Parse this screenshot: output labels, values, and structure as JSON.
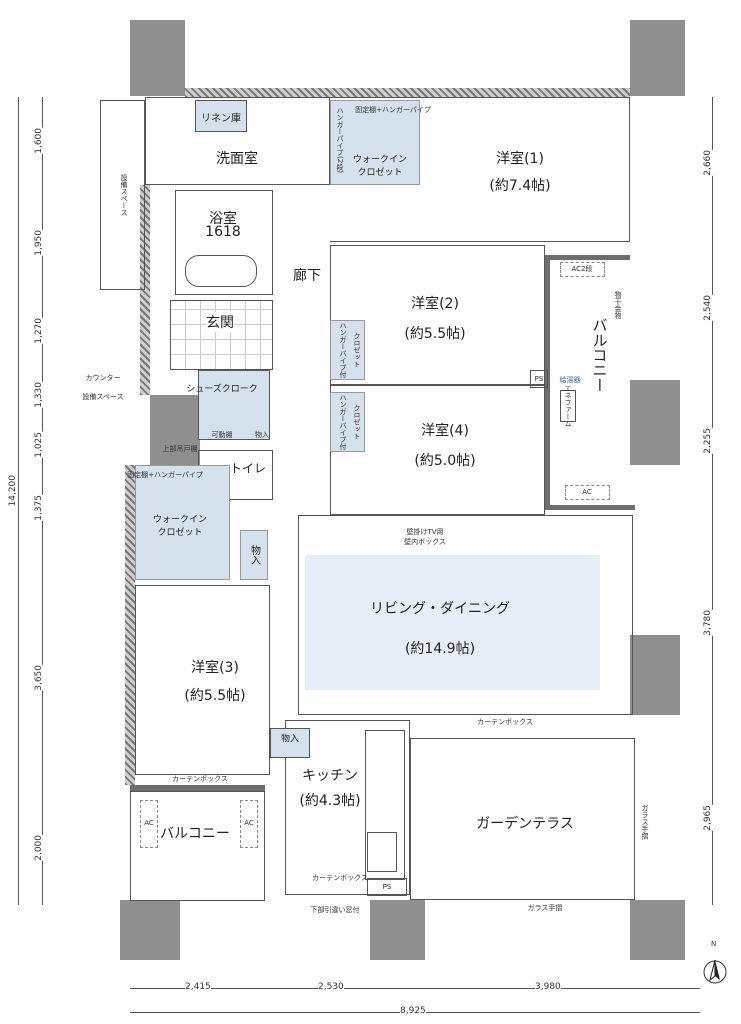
{
  "rooms": {
    "linen": "リネン庫",
    "washroom": "洗面室",
    "bath": "浴室",
    "bath_size": "1618",
    "wic_top": "ウォークイン\nクロゼット",
    "hanger_pipe_2": "ハンガーパイプ(2段)",
    "fixed_shelf_hanger": "固定棚+ハンガーパイプ",
    "western1": "洋室(1)",
    "western1_size": "(約7.4帖)",
    "corridor": "廊下",
    "entrance": "玄関",
    "shoes": "シューズクローク",
    "movable_shelf": "可動棚",
    "storage": "物入",
    "toilet": "トイレ",
    "closet": "クロゼット",
    "hanger_pipe_attached": "ハンガーパイプ付",
    "western2": "洋室(2)",
    "western2_size": "(約5.5帖)",
    "western4": "洋室(4)",
    "western4_size": "(約5.0帖)",
    "balcony_right": "バルコニー",
    "water_heater": "給湯器",
    "enefarm": "エネファーム",
    "laundry": "物干金物",
    "wic_left": "ウォークイン\nクロゼット",
    "western3": "洋室(3)",
    "western3_size": "(約5.5帖)",
    "living": "リビング・ダイニング",
    "living_size": "(約14.9帖)",
    "tv_box": "壁掛けTV用\n壁内ボックス",
    "kitchen": "キッチン",
    "kitchen_size": "(約4.3帖)",
    "garden": "ガーデンテラス",
    "balcony_left": "バルコニー",
    "equipment_space": "設備スペース",
    "equipment_space2": "設備スペース",
    "curtain_box": "カーテンボックス",
    "glass_rail": "ガラス手摺",
    "ps": "PS",
    "ac": "AC",
    "ac2": "AC2段",
    "lower_sill": "下部引違い窓付",
    "upper_shelf": "上部吊戸棚",
    "counter": "カウンター"
  },
  "dimensions": {
    "total_height": "14,200",
    "left": [
      "1,600",
      "1,950",
      "1,270",
      "1,330",
      "1,025",
      "1,375",
      "3,650",
      "2,000"
    ],
    "right": [
      "2,660",
      "2,540",
      "2,255",
      "3,780",
      "2,965"
    ],
    "bottom": [
      "2,415",
      "2,530",
      "3,980"
    ],
    "total_width": "8,925"
  },
  "compass": "N"
}
